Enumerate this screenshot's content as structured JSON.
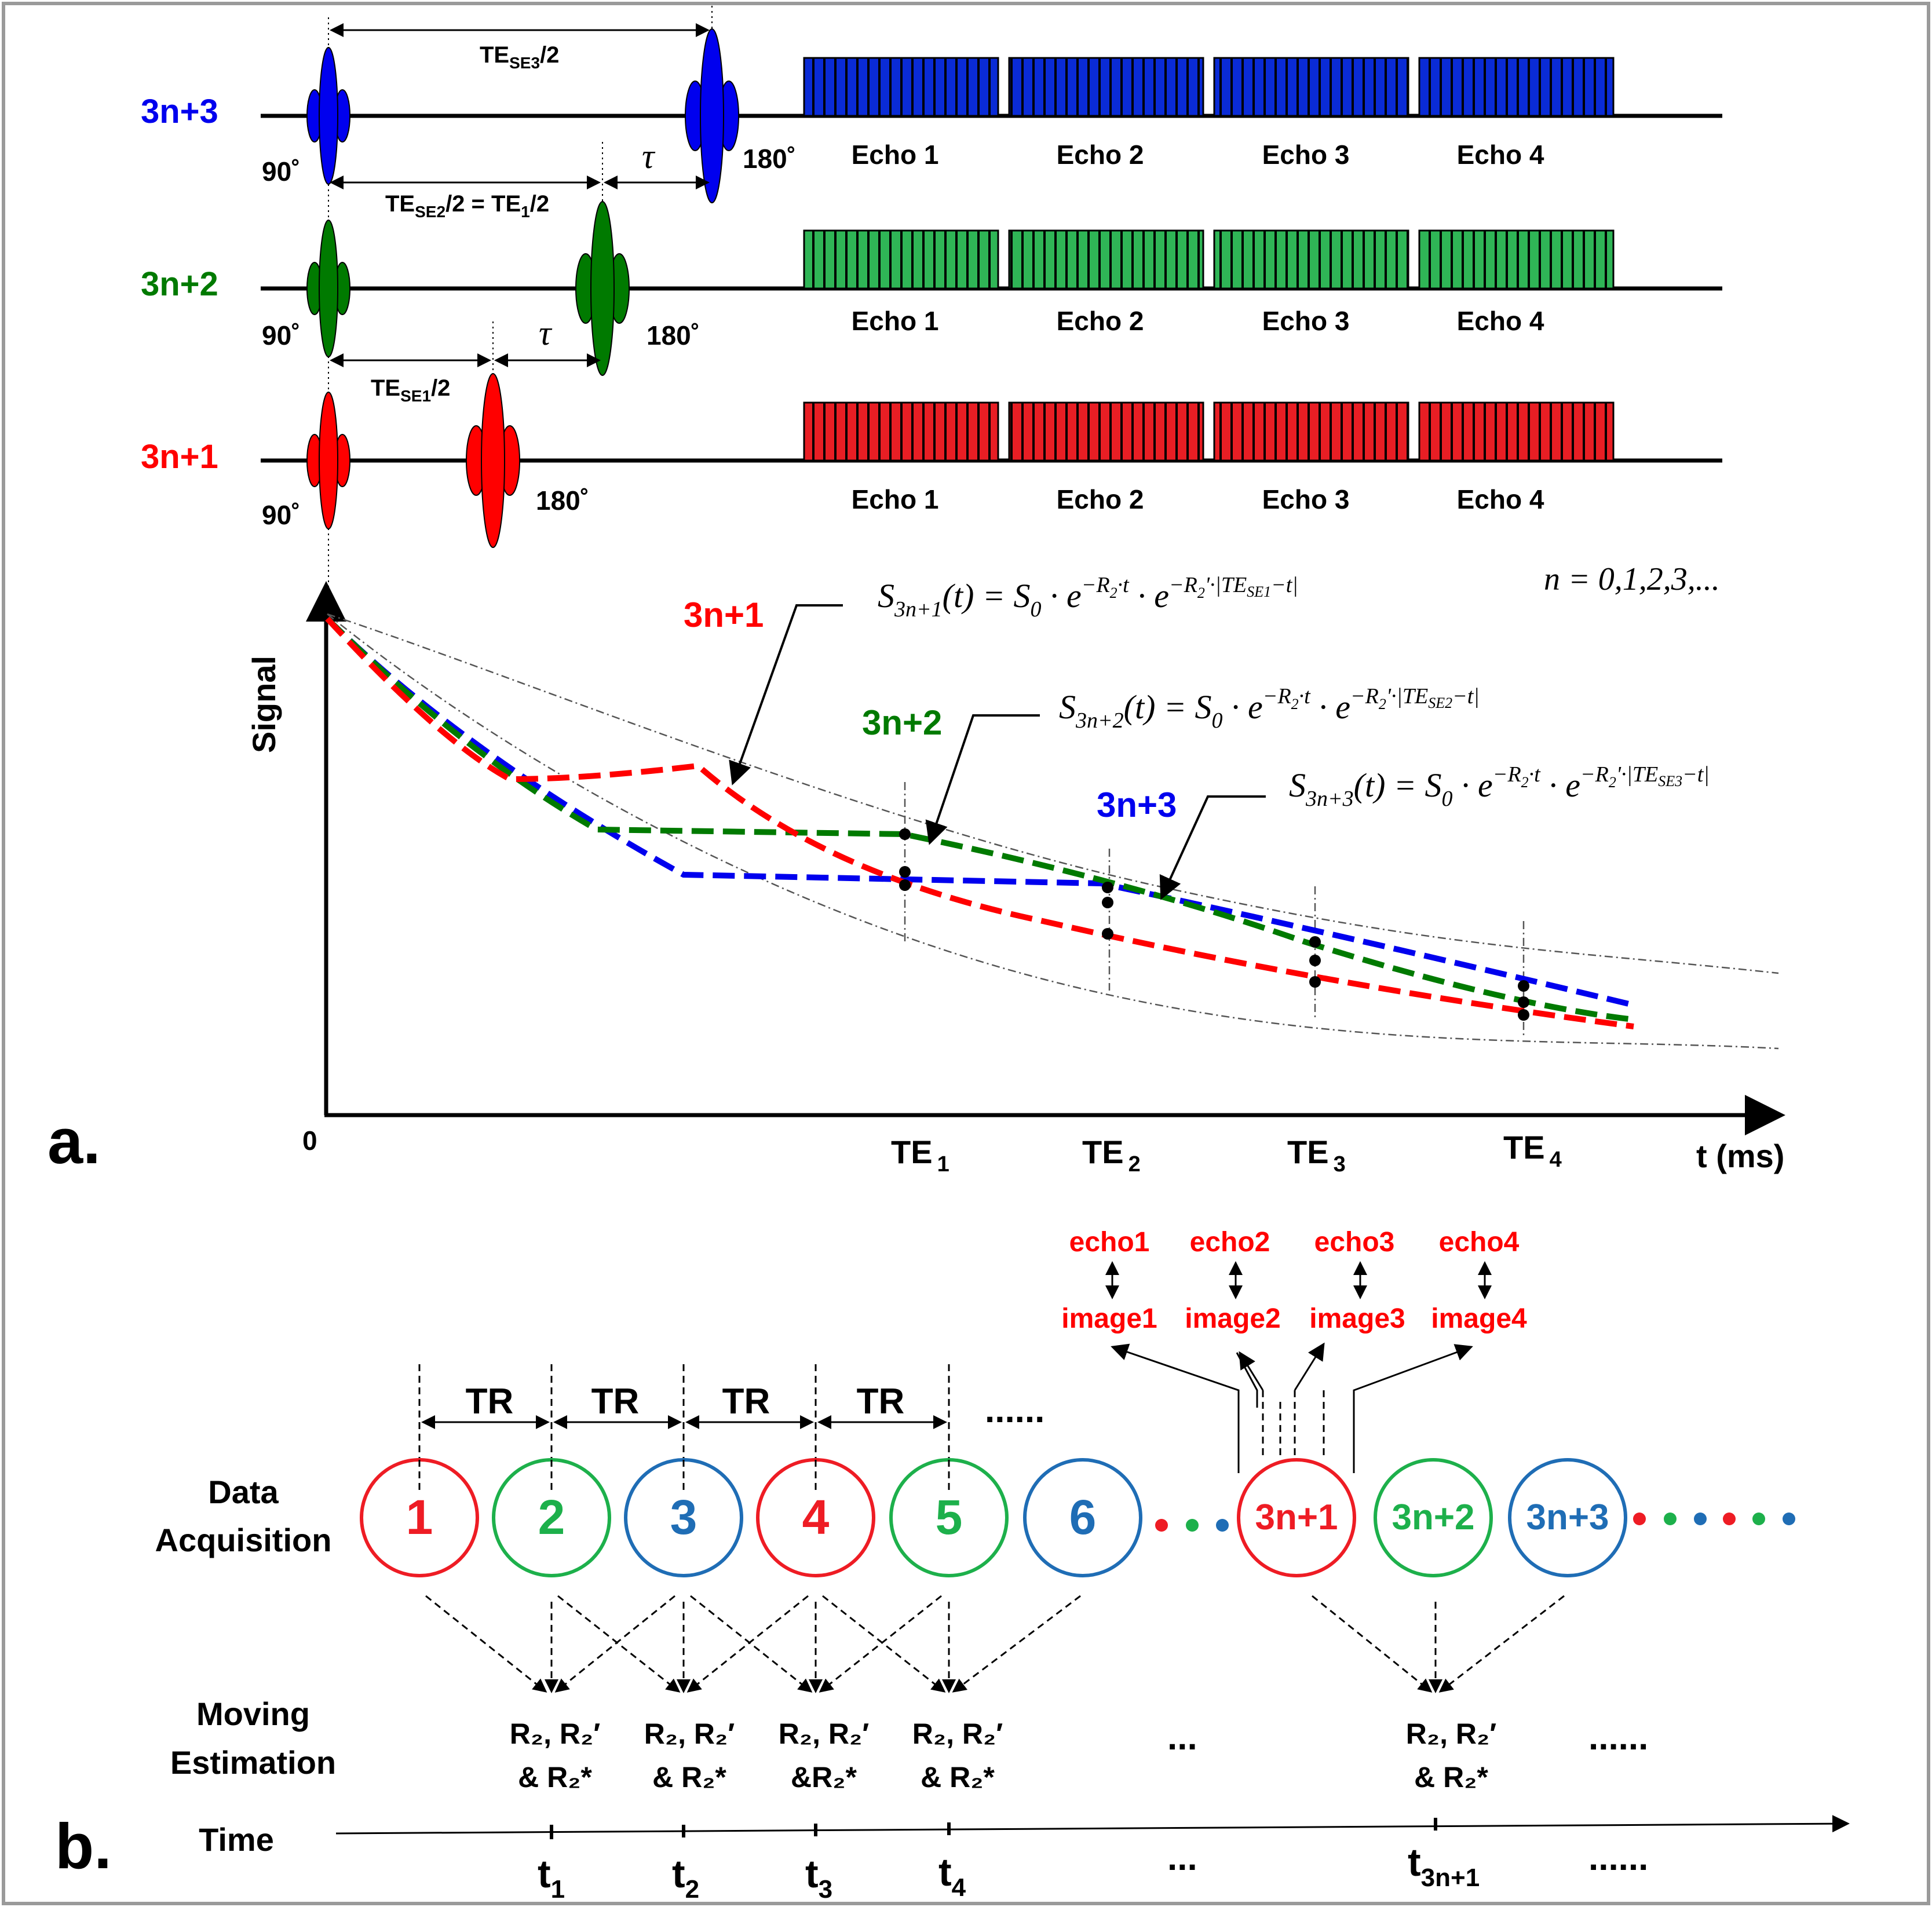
{
  "colors": {
    "blue": "#0000ee",
    "green": "#007a00",
    "red": "#ff0000",
    "circle_red": "#ee1c24",
    "circle_green": "#1db04b",
    "circle_blue": "#1f6db5",
    "echo_blue": "#0a2bd6",
    "echo_green": "#2fb556",
    "echo_red": "#e81e24",
    "black": "#000000"
  },
  "panel_a": {
    "label": "a.",
    "rows": [
      {
        "id": "3n+3",
        "label": "3n+3",
        "color": "blue",
        "pulse90": "90˚",
        "pulse180": "180˚"
      },
      {
        "id": "3n+2",
        "label": "3n+2",
        "color": "green",
        "pulse90": "90˚",
        "pulse180": "180˚"
      },
      {
        "id": "3n+1",
        "label": "3n+1",
        "color": "red",
        "pulse90": "90˚",
        "pulse180": "180˚"
      }
    ],
    "echo_labels": [
      "Echo 1",
      "Echo 2",
      "Echo 3",
      "Echo 4"
    ],
    "timing": {
      "te_se3": {
        "main": "TE",
        "sub": "SE3",
        "tail": "/2"
      },
      "te_se2": {
        "main": "TE",
        "sub": "SE2",
        "mid": "/2 = TE",
        "sub2": "1",
        "tail": "/2"
      },
      "te_se1": {
        "main": "TE",
        "sub": "SE1",
        "tail": "/2"
      },
      "tau": "τ"
    },
    "plot": {
      "y_label": "Signal",
      "x_label": "t (ms)",
      "origin": "0",
      "x_ticks": [
        {
          "main": "TE",
          "sub": "1"
        },
        {
          "main": "TE",
          "sub": "2"
        },
        {
          "main": "TE",
          "sub": "3"
        },
        {
          "main": "TE",
          "sub": "4"
        }
      ],
      "curve_labels": [
        "3n+1",
        "3n+2",
        "3n+3"
      ],
      "n_def": "n = 0,1,2,3,...",
      "equations": [
        {
          "lhs": "S",
          "lhs_sub": "3n+1",
          "body": "(t) = S",
          "s0sub": "0",
          "e1": "−R",
          "e1sub": "2",
          "e1tail": "·t",
          "e2": "−R",
          "e2sub": "2",
          "e2tail": "'·|TE",
          "te_sub": "SE1",
          "end": "−t|"
        },
        {
          "lhs": "S",
          "lhs_sub": "3n+2",
          "body": "(t) = S",
          "s0sub": "0",
          "e1": "−R",
          "e1sub": "2",
          "e1tail": "·t",
          "e2": "−R",
          "e2sub": "2",
          "e2tail": "'·|TE",
          "te_sub": "SE2",
          "end": "−t|"
        },
        {
          "lhs": "S",
          "lhs_sub": "3n+3",
          "body": "(t) = S",
          "s0sub": "0",
          "e1": "−R",
          "e1sub": "2",
          "e1tail": "·t",
          "e2": "−R",
          "e2sub": "2",
          "e2tail": "'·|TE",
          "te_sub": "SE3",
          "end": "−t|"
        }
      ]
    }
  },
  "panel_b": {
    "label": "b.",
    "echo_image_pairs": [
      {
        "echo": "echo1",
        "image": "image1"
      },
      {
        "echo": "echo2",
        "image": "image2"
      },
      {
        "echo": "echo3",
        "image": "image3"
      },
      {
        "echo": "echo4",
        "image": "image4"
      }
    ],
    "tr_label": "TR",
    "tr_dots": "......",
    "row_labels": {
      "acq_line1": "Data",
      "acq_line2": "Acquisition",
      "est_line1": "Moving",
      "est_line2": "Estimation",
      "time": "Time"
    },
    "circles": [
      {
        "text": "1",
        "color": "circle_red"
      },
      {
        "text": "2",
        "color": "circle_green"
      },
      {
        "text": "3",
        "color": "circle_blue"
      },
      {
        "text": "4",
        "color": "circle_red"
      },
      {
        "text": "5",
        "color": "circle_green"
      },
      {
        "text": "6",
        "color": "circle_blue"
      },
      {
        "text": "3n+1",
        "color": "circle_red"
      },
      {
        "text": "3n+2",
        "color": "circle_green"
      },
      {
        "text": "3n+3",
        "color": "circle_blue"
      }
    ],
    "estimates": [
      {
        "l1": "R₂, R₂′",
        "l2": "& R₂*"
      },
      {
        "l1": "R₂, R₂′",
        "l2": "& R₂*"
      },
      {
        "l1": "R₂, R₂′",
        "l2": "&R₂*"
      },
      {
        "l1": "R₂, R₂′",
        "l2": "& R₂*"
      },
      {
        "l1": "R₂, R₂′",
        "l2": "& R₂*"
      }
    ],
    "ellipsis_short": "...",
    "ellipsis_long": "......",
    "time_ticks": [
      {
        "main": "t",
        "sub": "1"
      },
      {
        "main": "t",
        "sub": "2"
      },
      {
        "main": "t",
        "sub": "3"
      },
      {
        "main": "t",
        "sub": "4"
      },
      {
        "main": "t",
        "sub": "3n+1"
      }
    ]
  }
}
